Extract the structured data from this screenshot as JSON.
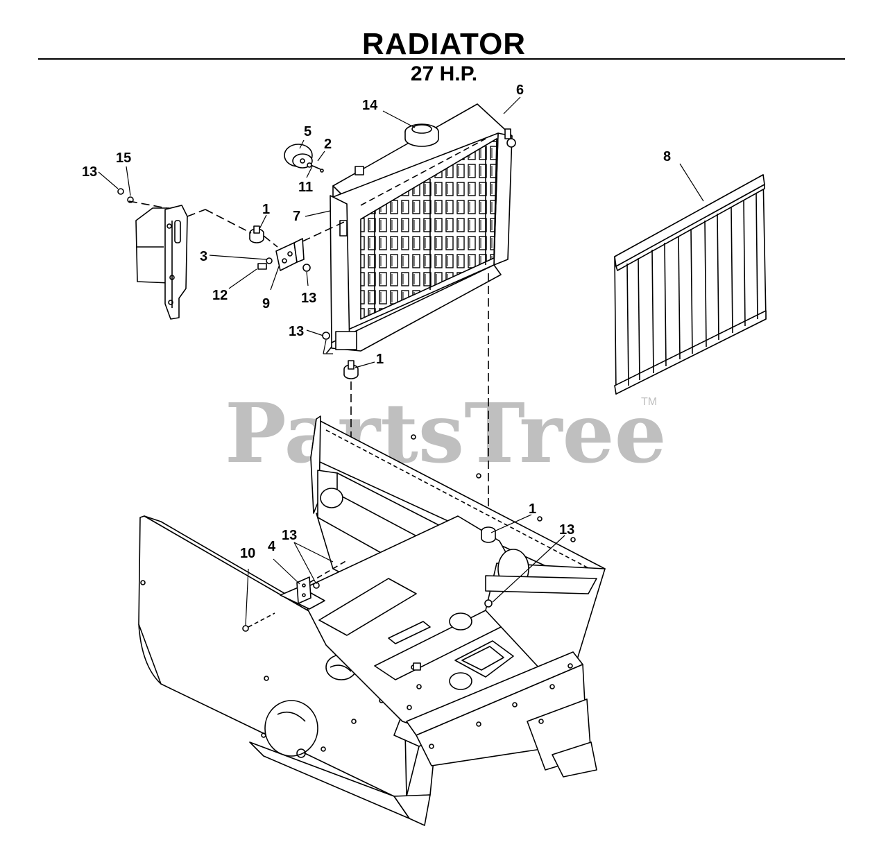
{
  "header": {
    "title": "RADIATOR",
    "subtitle": "27 H.P."
  },
  "watermark": {
    "text": "PartsTree",
    "trademark": "TM"
  },
  "callouts": [
    "14",
    "6",
    "5",
    "2",
    "15",
    "13",
    "11",
    "8",
    "1",
    "7",
    "3",
    "12",
    "9",
    "13",
    "13",
    "1",
    "1",
    "13",
    "13",
    "10",
    "4"
  ],
  "colors": {
    "line": "#000000",
    "watermark": "#bfbfbf",
    "background": "#ffffff"
  }
}
